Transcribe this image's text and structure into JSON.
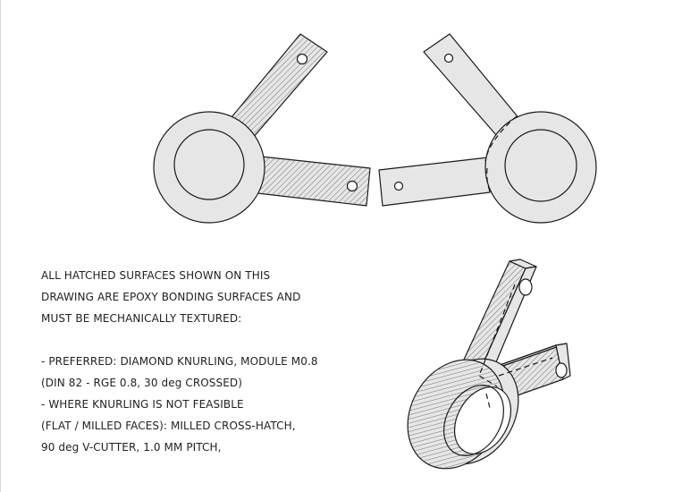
{
  "notes": {
    "lines": [
      "ALL HATCHED SURFACES SHOWN ON THIS",
      "DRAWING ARE EPOXY BONDING SURFACES AND",
      "MUST BE MECHANICALLY TEXTURED:",
      "",
      "- PREFERRED: DIAMOND KNURLING, MODULE M0.8",
      "(DIN 82 - RGE 0.8, 30 deg CROSSED)",
      "- WHERE KNURLING IS NOT FEASIBLE",
      "(FLAT / MILLED FACES): MILLED CROSS-HATCH,",
      "90 deg V-CUTTER, 1.0 MM PITCH,"
    ]
  },
  "colors": {
    "line": "#1a1a1a",
    "fill": "#e6e6e6",
    "hatch": "#555555",
    "background": "#ffffff"
  }
}
